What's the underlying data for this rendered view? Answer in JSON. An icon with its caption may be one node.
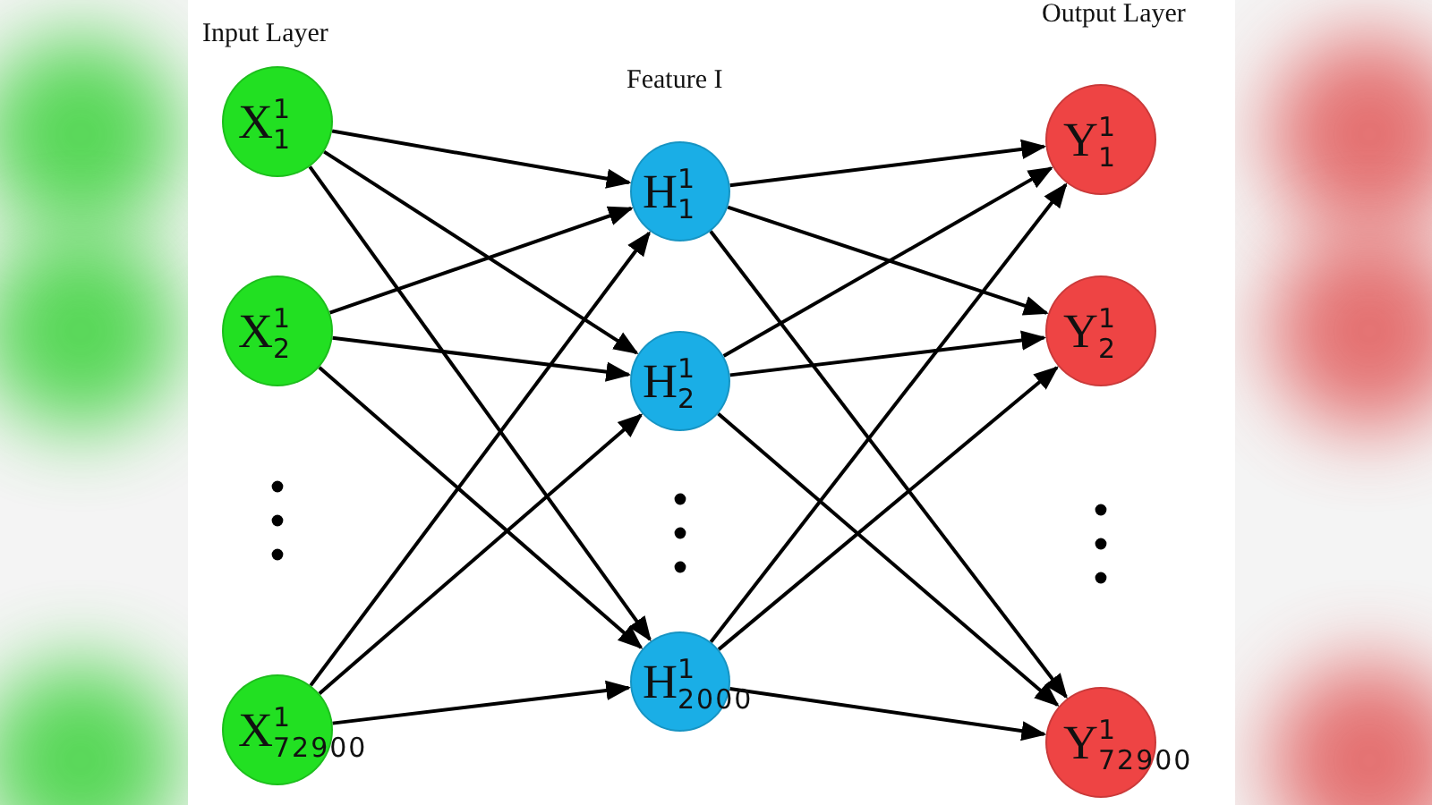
{
  "diagram": {
    "nodes": [
      {
        "text": [
          "X$^{1}$$_{1}$"
        ]
      },
      {
        "text": [
          "X$^{1}$$_{2}$"
        ]
      },
      {
        "text": [
          "X$^{1}$$_{72900}$"
        ]
      },
      {
        "text": [
          "H$^{1}$$_{1}$"
        ]
      },
      {
        "text": [
          "H$^{1}$$_{2}$"
        ]
      },
      {
        "text": [
          "H$^{1}$$_{2000}$"
        ]
      },
      {
        "text": [
          "Y$^{1}$$_{1}$"
        ]
      },
      {
        "text": [
          "Y$^{1}$$_{2}$"
        ]
      },
      {
        "text": [
          "Y$^{1}$$_{72900}$"
        ]
      }
    ],
    "edges": [
      {
        "from": 0,
        "to": 3,
        "arrow": "to"
      },
      {
        "from": 0,
        "to": 4,
        "arrow": "to"
      },
      {
        "from": 0,
        "to": 5,
        "arrow": "to"
      },
      {
        "from": 1,
        "to": 3,
        "arrow": "to"
      },
      {
        "from": 1,
        "to": 4,
        "arrow": "to"
      },
      {
        "from": 1,
        "to": 5,
        "arrow": "to"
      },
      {
        "from": 2,
        "to": 3,
        "arrow": "to"
      },
      {
        "from": 2,
        "to": 4,
        "arrow": "to"
      },
      {
        "from": 2,
        "to": 5,
        "arrow": "to"
      },
      {
        "from": 3,
        "to": 6,
        "arrow": "to"
      },
      {
        "from": 3,
        "to": 7,
        "arrow": "to"
      },
      {
        "from": 3,
        "to": 8,
        "arrow": "to"
      },
      {
        "from": 4,
        "to": 6,
        "arrow": "to"
      },
      {
        "from": 4,
        "to": 7,
        "arrow": "to"
      },
      {
        "from": 4,
        "to": 8,
        "arrow": "to"
      },
      {
        "from": 5,
        "to": 6,
        "arrow": "to"
      },
      {
        "from": 5,
        "to": 7,
        "arrow": "to"
      },
      {
        "from": 5,
        "to": 8,
        "arrow": "to"
      }
    ],
    "labels": [
      "Input Layer",
      "Feature I",
      "Output Layer"
    ]
  }
}
